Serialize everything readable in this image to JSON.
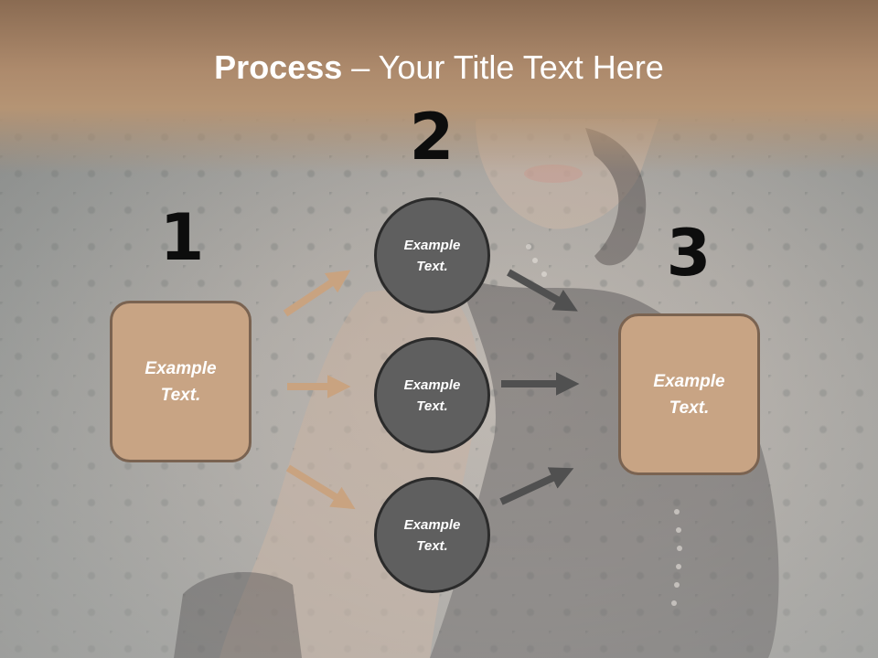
{
  "title": {
    "bold": "Process",
    "rest": " – Your Title Text Here"
  },
  "numbers": [
    "1",
    "2",
    "3"
  ],
  "left_box": {
    "text_line1": "Example",
    "text_line2": "Text."
  },
  "circles": [
    {
      "line1": "Example",
      "line2": "Text."
    },
    {
      "line1": "Example",
      "line2": "Text."
    },
    {
      "line1": "Example",
      "line2": "Text."
    }
  ],
  "right_box": {
    "text_line1": "Example",
    "text_line2": "Text."
  },
  "colors": {
    "title_band": "#b08d6f",
    "box_fill": "#c8a484",
    "box_border": "#7a6351",
    "circle_fill": "#5f5f5f",
    "circle_border": "#2b2b2b",
    "arrow_left": "#c9a380",
    "arrow_right": "#505050"
  }
}
